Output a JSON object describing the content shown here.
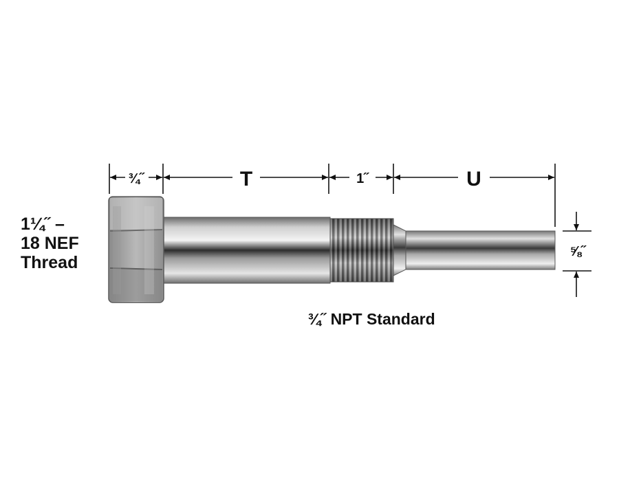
{
  "labels": {
    "hex_width": "¾˝",
    "t_length": "T",
    "npt_length": "1˝",
    "u_length": "U",
    "tip_diameter": "⅝˝",
    "thread_line1": "1¼˝ –",
    "thread_line2": "18 NEF",
    "thread_line3": "Thread",
    "npt_caption": "¾˝ NPT Standard"
  },
  "colors": {
    "line": "#111111",
    "steel_dark": "#5a5a5a",
    "steel_light": "#f2f2f2"
  }
}
